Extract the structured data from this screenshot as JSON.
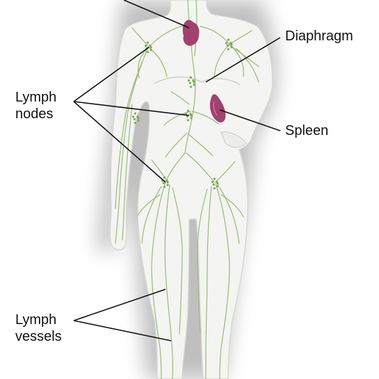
{
  "labels": {
    "diaphragm": "Diaphragm",
    "lymph_nodes_line1": "Lymph",
    "lymph_nodes_line2": "nodes",
    "spleen": "Spleen",
    "lymph_vessels_line1": "Lymph",
    "lymph_vessels_line2": "vessels"
  },
  "colors": {
    "background": "#ffffff",
    "body_fill": "#f4f4f2",
    "body_outline": "#d6d6d2",
    "body_shadow": "#8c8c8c",
    "lymph_vessel": "#9ab878",
    "lymph_node": "#7fa45a",
    "organ_fill": "#a2416d",
    "organ_highlight": "#c9779a",
    "leader_line": "#111111"
  }
}
